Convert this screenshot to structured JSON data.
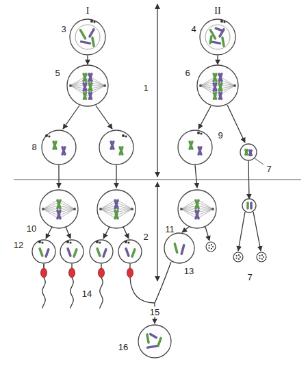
{
  "diagram": {
    "labels": [
      "I",
      "II",
      "3",
      "4",
      "5",
      "6",
      "1",
      "8",
      "9",
      "7",
      "10",
      "2",
      "11",
      "12",
      "13",
      "7",
      "14",
      "15",
      "16"
    ]
  }
}
